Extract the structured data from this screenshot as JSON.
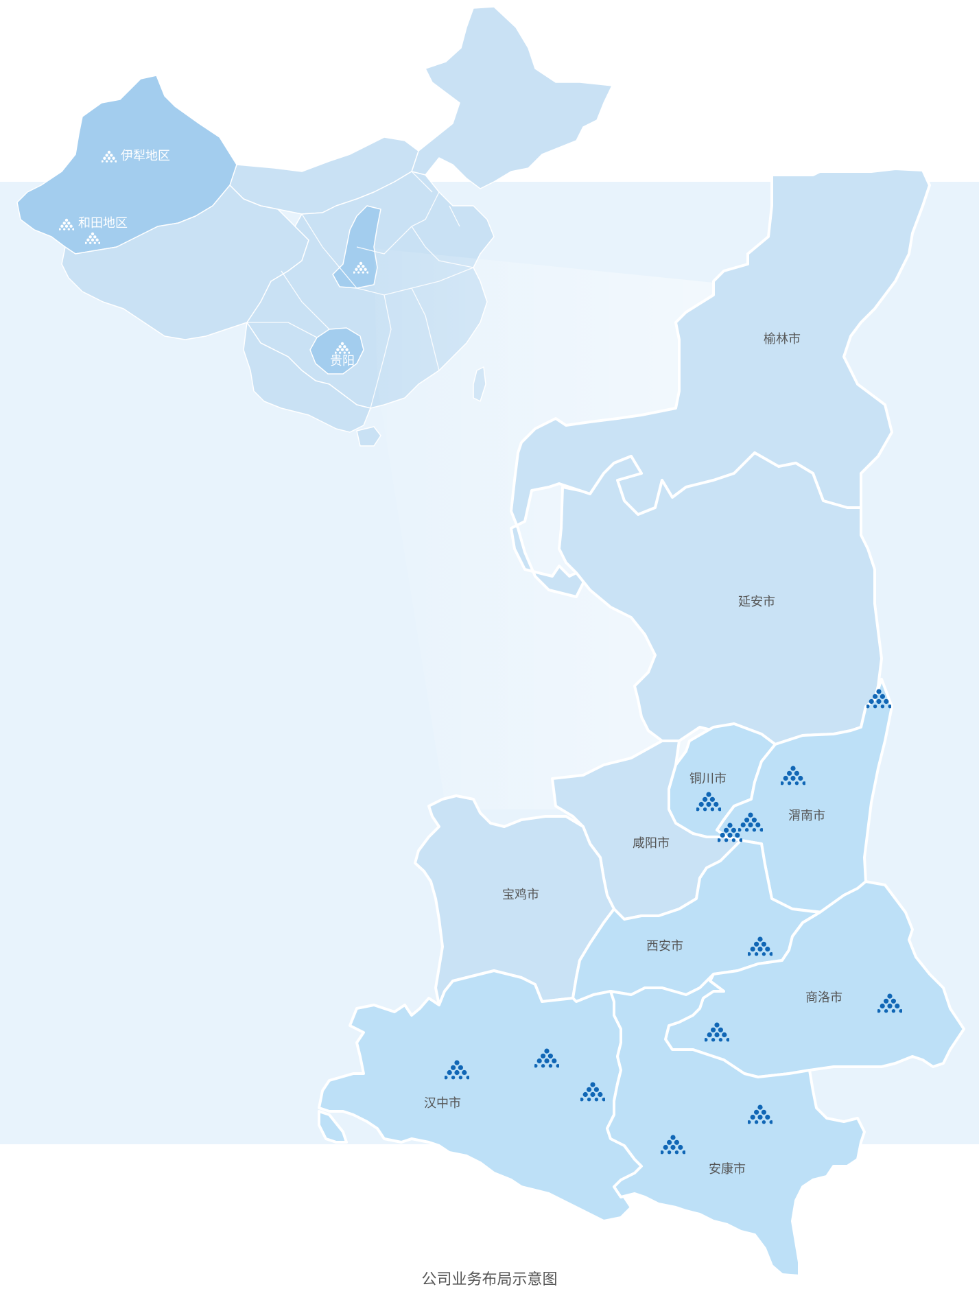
{
  "caption": "公司业务布局示意图",
  "colors": {
    "background_band": "#e8f3fc",
    "china_base": "#c9e1f4",
    "china_highlight": "#a3cdee",
    "city_base": "#c9e2f5",
    "city_active": "#bde0f7",
    "marker_dark": "#1066b5",
    "marker_light": "#ffffff",
    "label_text": "#555555"
  },
  "china_map": {
    "labels": [
      "伊犁地区",
      "和田地区",
      "贵阳"
    ]
  },
  "cities": [
    {
      "name": "榆林市",
      "has_business": false
    },
    {
      "name": "延安市",
      "has_business": false
    },
    {
      "name": "铜川市",
      "has_business": true
    },
    {
      "name": "渭南市",
      "has_business": true
    },
    {
      "name": "咸阳市",
      "has_business": false
    },
    {
      "name": "宝鸡市",
      "has_business": false
    },
    {
      "name": "西安市",
      "has_business": true
    },
    {
      "name": "商洛市",
      "has_business": true
    },
    {
      "name": "汉中市",
      "has_business": true
    },
    {
      "name": "安康市",
      "has_business": true
    }
  ],
  "marker_icon": "pyramid-dots-icon"
}
